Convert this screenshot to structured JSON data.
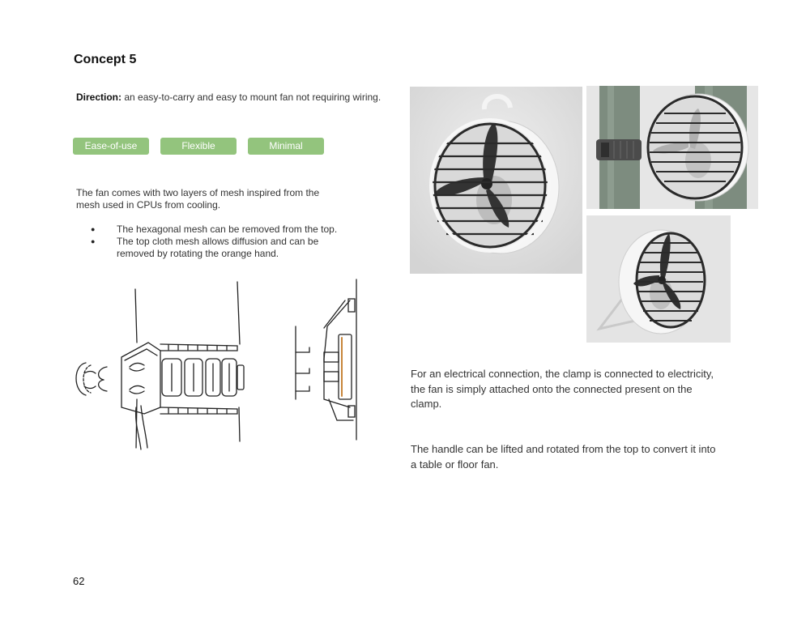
{
  "page": {
    "title": "Concept 5",
    "direction_label": "Direction:",
    "direction_text": " an easy-to-carry and easy to mount fan not requiring wiring.",
    "tags": [
      "Ease-of-use",
      "Flexible",
      "Minimal"
    ],
    "intro": "The fan comes with two layers of mesh inspired from the mesh used in CPUs from cooling.",
    "bullets": [
      "The hexagonal mesh can be removed from the top.",
      "The top cloth mesh allows diffusion and can be removed by rotating the orange hand."
    ],
    "electrical_text": "For an electrical connection, the clamp is connected to electricity, the fan is simply attached onto the connected present on the clamp.",
    "handle_text": "The handle can be lifted and rotated from the top to convert it into a table or floor fan.",
    "page_number": "62"
  },
  "colors": {
    "tag_green": "#93c47d",
    "render_bg": "#e2e2e2",
    "pole": "#7d8c7f"
  },
  "icons": [
    "fan-render-front",
    "fan-render-pole-mount",
    "fan-render-stand",
    "clamp-sketch-front",
    "clamp-sketch-side"
  ]
}
